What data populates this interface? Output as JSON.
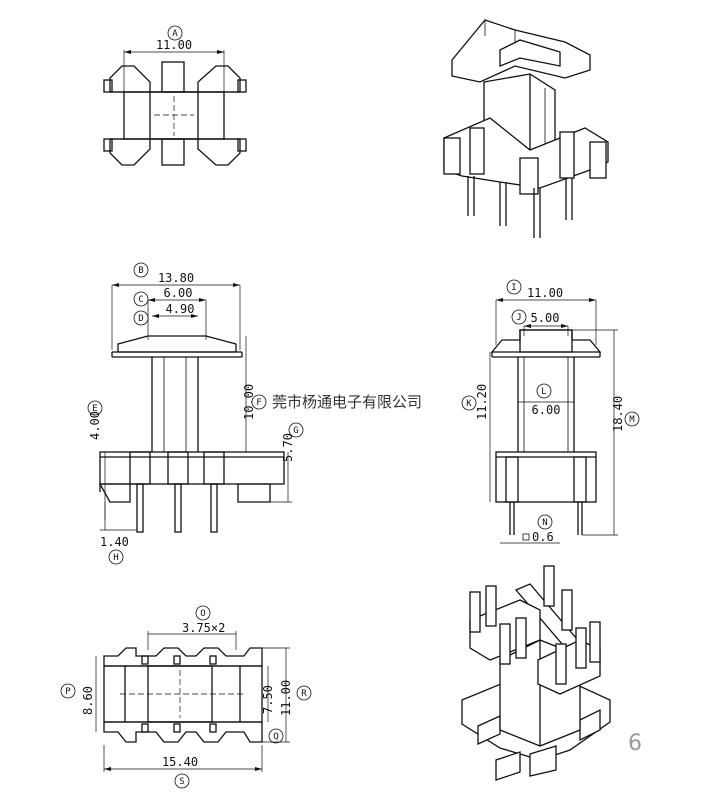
{
  "labels": {
    "A": "A",
    "B": "B",
    "C": "C",
    "D": "D",
    "E": "E",
    "F": "F",
    "G": "G",
    "H": "H",
    "I": "I",
    "J": "J",
    "K": "K",
    "L": "L",
    "M": "M",
    "N": "N",
    "O": "O",
    "P": "P",
    "Q": "Q",
    "R": "R",
    "S": "S"
  },
  "dimensions": {
    "top_width": "11.00",
    "front_overall_width": "13.80",
    "front_flange_width": "6.00",
    "front_core_width": "4.90",
    "front_base_height": "4.00",
    "front_total_height": "10.00",
    "front_side_height": "5.70",
    "front_pin_length": "1.40",
    "side_overall_width": "11.00",
    "side_flange_width": "5.00",
    "side_body_height": "11.20",
    "side_core": "6.00",
    "side_total_height": "18.40",
    "side_pin": "0.6",
    "bottom_pin_pitch": "3.75×2",
    "bottom_depth": "8.60",
    "bottom_inner": "7.50",
    "bottom_outer": "11.00",
    "bottom_width": "15.40"
  },
  "watermark": "莞市杨通电子有限公司",
  "page_number": "6"
}
